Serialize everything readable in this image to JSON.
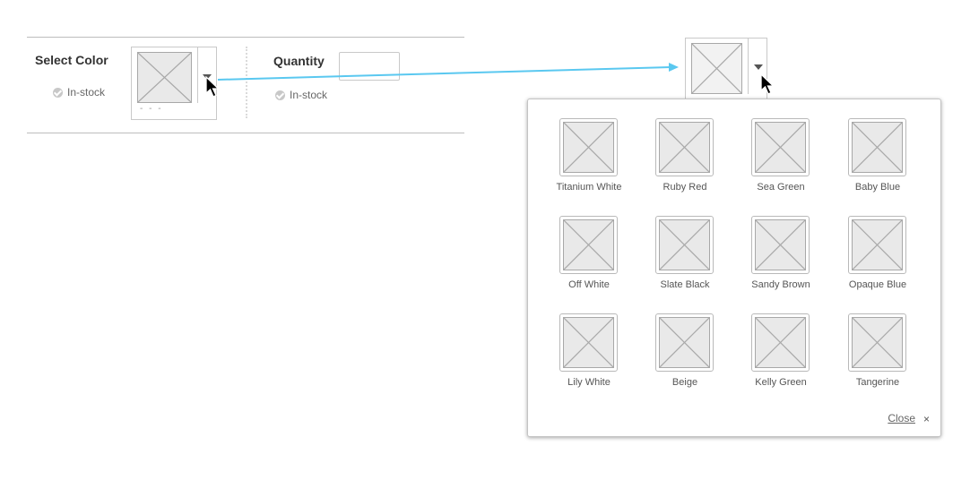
{
  "widget": {
    "select_color_label": "Select Color",
    "in_stock_label": "In-stock",
    "color_placeholder_dashes": "- - -",
    "quantity_label": "Quantity",
    "quantity_value": "",
    "quantity_in_stock_label": "In-stock"
  },
  "popup": {
    "swatches": [
      {
        "name": "Titanium White"
      },
      {
        "name": "Ruby Red"
      },
      {
        "name": "Sea Green"
      },
      {
        "name": "Baby Blue"
      },
      {
        "name": "Off White"
      },
      {
        "name": "Slate Black"
      },
      {
        "name": "Sandy Brown"
      },
      {
        "name": "Opaque Blue"
      },
      {
        "name": "Lily White"
      },
      {
        "name": "Beige"
      },
      {
        "name": "Kelly Green"
      },
      {
        "name": "Tangerine"
      }
    ],
    "close_label": "Close",
    "close_icon": "×"
  },
  "colors": {
    "connector_arrow": "#5ac8f0",
    "divider": "#bdbdbd",
    "placeholder_fill": "#e9e9e9"
  },
  "icons": [
    "check-icon",
    "dropdown-arrow-icon",
    "cursor-icon",
    "close-icon",
    "image-placeholder-icon"
  ]
}
